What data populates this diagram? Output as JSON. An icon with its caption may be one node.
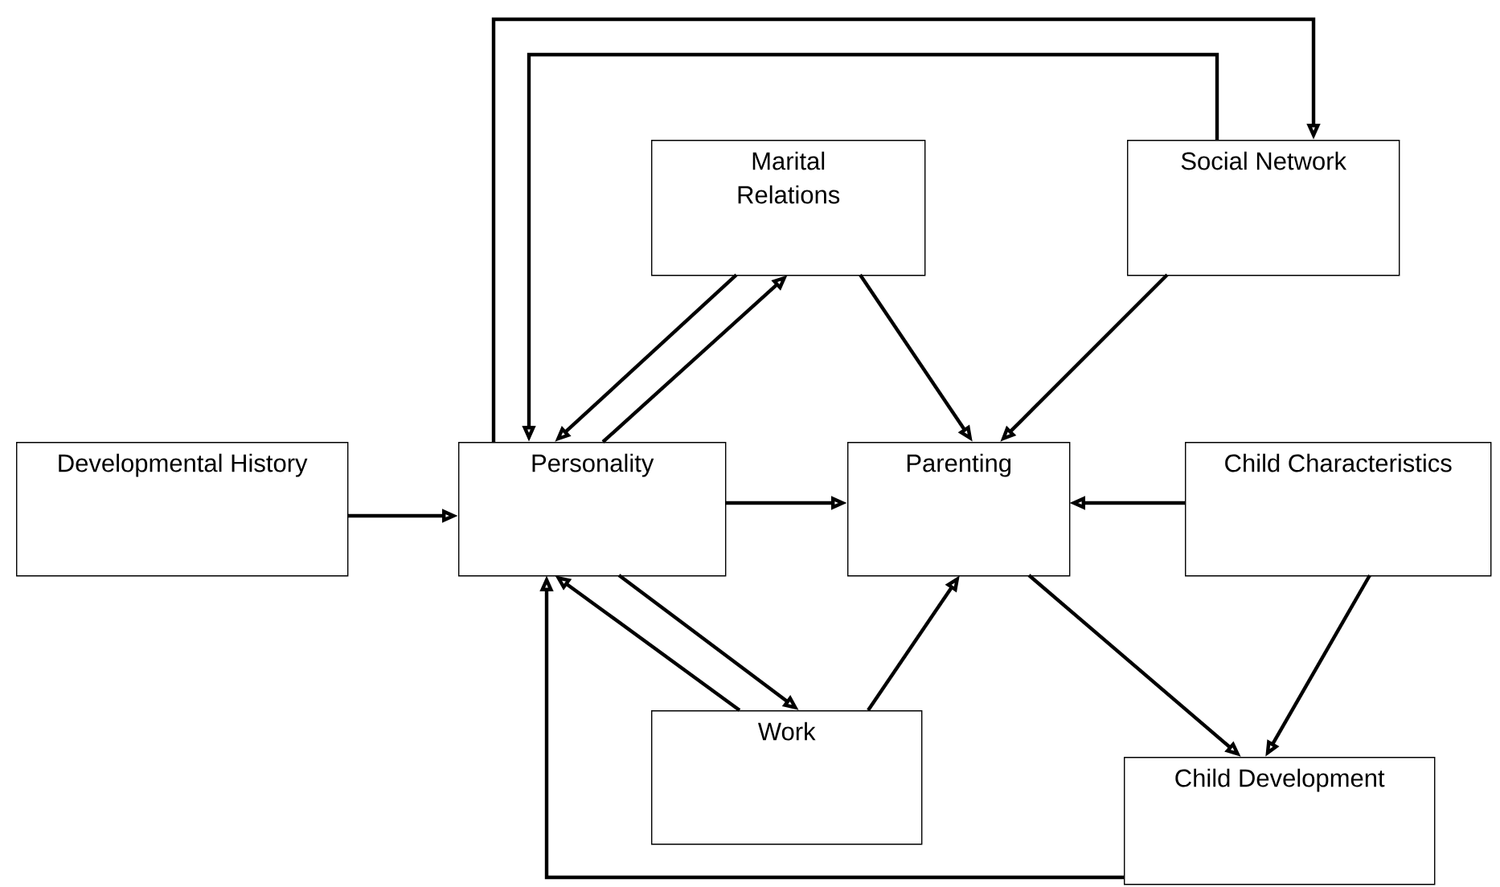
{
  "diagram": {
    "nodes": [
      {
        "text": [
          "Marital Relations"
        ]
      },
      {
        "text": [
          "Social Network"
        ]
      },
      {
        "text": [
          "Developmental History"
        ]
      },
      {
        "text": [
          "Personality"
        ]
      },
      {
        "text": [
          "Parenting"
        ]
      },
      {
        "text": [
          "Child Characteristics"
        ]
      },
      {
        "text": [
          "Work"
        ]
      },
      {
        "text": [
          "Child Development"
        ]
      }
    ],
    "edges": [
      {
        "from": 3,
        "to": 1,
        "arrow": "to"
      },
      {
        "from": 1,
        "to": 3,
        "arrow": "to"
      },
      {
        "from": 0,
        "to": 3,
        "arrow": "to"
      },
      {
        "from": 3,
        "to": 0,
        "arrow": "to"
      },
      {
        "from": 0,
        "to": 4,
        "arrow": "to"
      },
      {
        "from": 1,
        "to": 4,
        "arrow": "to"
      },
      {
        "from": 2,
        "to": 3,
        "arrow": "to"
      },
      {
        "from": 3,
        "to": 4,
        "arrow": "to"
      },
      {
        "from": 5,
        "to": 4,
        "arrow": "to"
      },
      {
        "from": 6,
        "to": 3,
        "arrow": "to"
      },
      {
        "from": 3,
        "to": 6,
        "arrow": "to"
      },
      {
        "from": 6,
        "to": 4,
        "arrow": "to"
      },
      {
        "from": 4,
        "to": 7,
        "arrow": "to"
      },
      {
        "from": 5,
        "to": 7,
        "arrow": "to"
      },
      {
        "from": 7,
        "to": 3,
        "arrow": "to"
      }
    ]
  }
}
